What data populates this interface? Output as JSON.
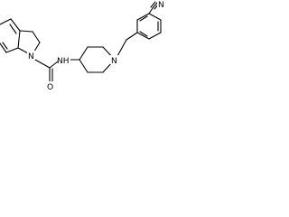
{
  "molecule": {
    "atoms": {
      "nitrile_n": "N",
      "indoline_n": "N",
      "amide_nh": "NH",
      "carbonyl_o": "O",
      "piperidine_n": "N"
    }
  }
}
